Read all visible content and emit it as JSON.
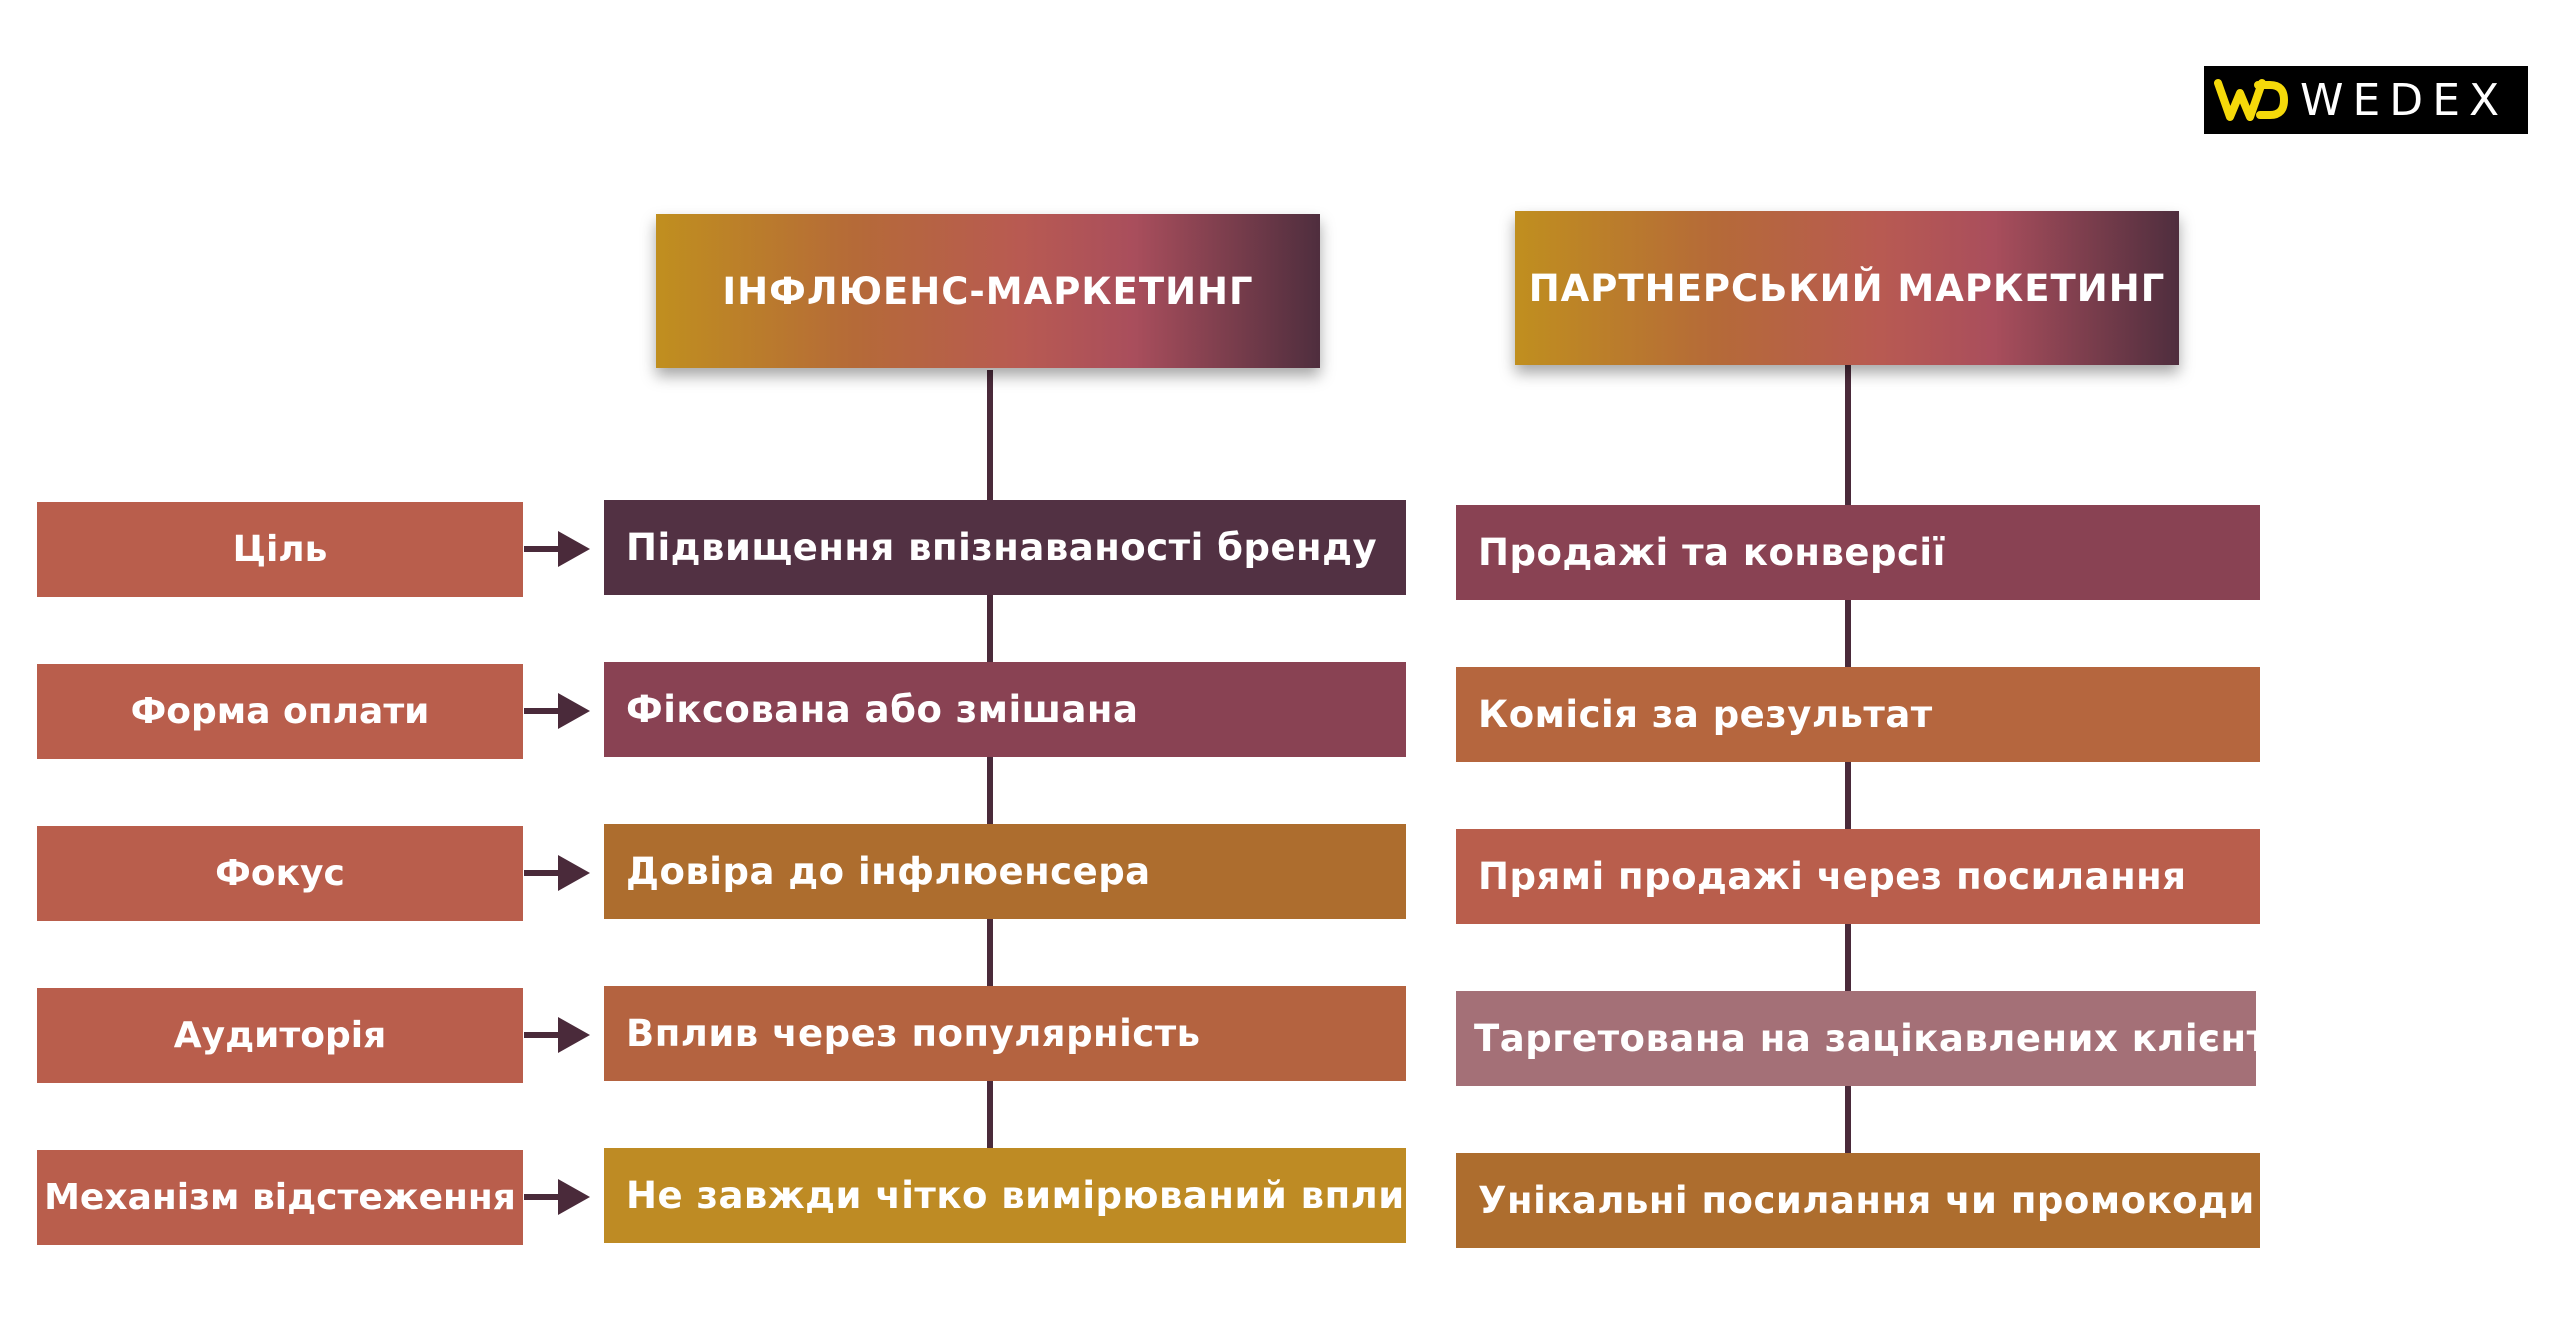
{
  "logo": {
    "text": "WEDEX",
    "mark_color": "#f5d90a",
    "background": "#000000"
  },
  "columns": [
    {
      "title": "ІНФЛЮЕНС-МАРКЕТИНГ",
      "items": [
        {
          "text": "Підвищення впізнаваності бренду",
          "color": "#523143"
        },
        {
          "text": "Фіксована або змішана",
          "color": "#894253"
        },
        {
          "text": "Довіра до інфлюенсера",
          "color": "#ad6d2e"
        },
        {
          "text": "Вплив через популярність",
          "color": "#b46340"
        },
        {
          "text": "Не завжди чітко вимірюваний вплив",
          "color": "#be8b24"
        }
      ]
    },
    {
      "title": "ПАРТНЕРСЬКИЙ МАРКЕТИНГ",
      "items": [
        {
          "text": "Продажі та конверсії",
          "color": "#894253"
        },
        {
          "text": "Комісія за результат",
          "color": "#b5663e"
        },
        {
          "text": "Прямі продажі через посилання",
          "color": "#b95e4c"
        },
        {
          "text": "Таргетована на зацікавлених клієнтів",
          "color": "#a47077"
        },
        {
          "text": "Унікальні посилання чи промокоди",
          "color": "#ad6d2e"
        }
      ]
    }
  ],
  "criteria": [
    {
      "label": "Ціль"
    },
    {
      "label": "Форма оплати"
    },
    {
      "label": "Фокус"
    },
    {
      "label": "Аудиторія"
    },
    {
      "label": "Механізм відстеження"
    }
  ],
  "colors": {
    "label_box": "#b95e4c",
    "connector": "#4a2a3a",
    "arrow": "#4a2a3a"
  }
}
